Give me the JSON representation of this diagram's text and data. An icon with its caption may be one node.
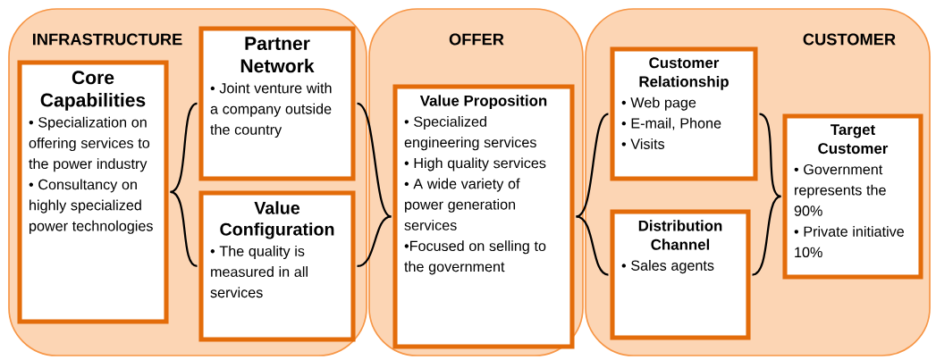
{
  "diagram": {
    "nodes": [
      {
        "text": [
          "INFRASTRUCTURE"
        ]
      },
      {
        "text": [
          "Core Capabilities",
          "• Specialization on offering services to the power industry",
          "• Consultancy on highly specialized power technologies"
        ],
        "in": 0
      },
      {
        "text": [
          "Partner Network",
          "• Joint venture with a company outside the country"
        ],
        "in": 0
      },
      {
        "text": [
          "Value Configuration",
          "• The quality is measured in all services"
        ],
        "in": 0
      },
      {
        "text": [
          "OFFER"
        ]
      },
      {
        "text": [
          "Value Proposition",
          "• Specialized engineering services",
          "• High quality services",
          "• A wide variety of power generation services",
          "•Focused on selling to the government"
        ],
        "in": 4
      },
      {
        "text": [
          "CUSTOMER"
        ]
      },
      {
        "text": [
          "Customer Relationship",
          "• Web page",
          "• E-mail, Phone",
          "• Visits"
        ],
        "in": 6
      },
      {
        "text": [
          "Distribution Channel",
          "• Sales agents"
        ],
        "in": 6
      },
      {
        "text": [
          "Target Customer",
          "• Government represents the 90%",
          "• Private initiative 10%"
        ],
        "in": 6
      }
    ],
    "edges": [
      {
        "from": 1,
        "to": 2,
        "arrow": "none"
      },
      {
        "from": 1,
        "to": 3,
        "arrow": "none"
      },
      {
        "from": 2,
        "to": 5,
        "arrow": "none"
      },
      {
        "from": 3,
        "to": 5,
        "arrow": "none"
      },
      {
        "from": 5,
        "to": 7,
        "arrow": "none"
      },
      {
        "from": 5,
        "to": 8,
        "arrow": "none"
      },
      {
        "from": 7,
        "to": 9,
        "arrow": "none"
      },
      {
        "from": 8,
        "to": 9,
        "arrow": "none"
      }
    ]
  }
}
